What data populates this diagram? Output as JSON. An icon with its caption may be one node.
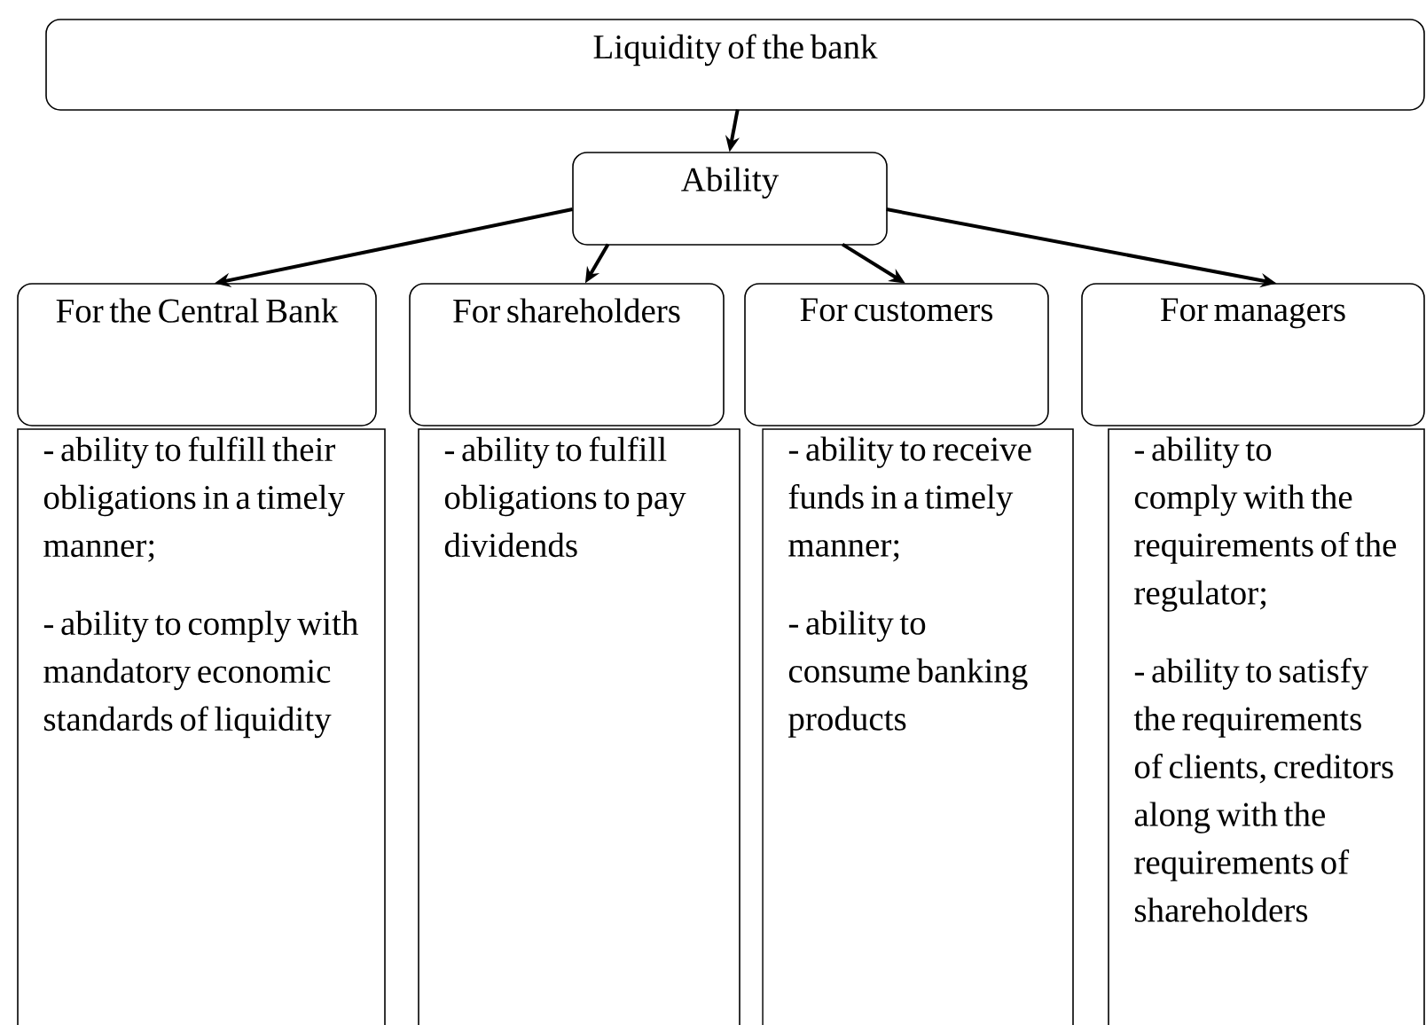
{
  "diagram": {
    "nodes": [
      {
        "text": [
          "Liquidity of the bank"
        ]
      },
      {
        "text": [
          "Ability"
        ]
      },
      {
        "text": [
          "For the Central Bank"
        ]
      },
      {
        "text": [
          "For shareholders"
        ]
      },
      {
        "text": [
          "For customers"
        ]
      },
      {
        "text": [
          "For managers"
        ]
      },
      {
        "text": [
          "- ability to fulfill their obligations in a timely manner;",
          "- ability to comply with mandatory economic standards of liquidity"
        ]
      },
      {
        "text": [
          "- ability to fulfill obligations to pay dividends"
        ]
      },
      {
        "text": [
          "- ability to receive funds in a timely manner;",
          "- ability to consume banking products"
        ]
      },
      {
        "text": [
          "- ability to comply with the requirements of the regulator;",
          "- ability to satisfy the requirements of clients, creditors along with the requirements of shareholders"
        ]
      }
    ],
    "edges": [
      {
        "from": 0,
        "to": 1,
        "arrow": "to"
      },
      {
        "from": 1,
        "to": 2,
        "arrow": "to"
      },
      {
        "from": 1,
        "to": 3,
        "arrow": "to"
      },
      {
        "from": 1,
        "to": 4,
        "arrow": "to"
      },
      {
        "from": 1,
        "to": 5,
        "arrow": "to"
      }
    ]
  }
}
